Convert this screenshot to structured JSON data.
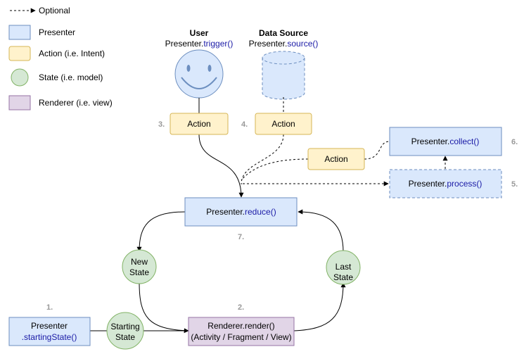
{
  "colors": {
    "presenter_fill": "#dae8fc",
    "presenter_stroke": "#6c8ebf",
    "action_fill": "#fff2cc",
    "action_stroke": "#d6b656",
    "state_fill": "#d5e8d4",
    "state_stroke": "#82b366",
    "renderer_fill": "#e1d5e7",
    "renderer_stroke": "#9673a6",
    "code_text": "#1a1aa6",
    "step_text": "#999999"
  },
  "legend": {
    "optional": "Optional",
    "presenter": "Presenter",
    "action": "Action (i.e. Intent)",
    "state": "State (i.e. model)",
    "renderer": "Renderer (i.e. view)"
  },
  "user": {
    "title": "User",
    "prefix": "Presenter.",
    "method": "trigger()",
    "icon": "smiley-face-icon"
  },
  "data_source": {
    "title": "Data Source",
    "prefix": "Presenter.",
    "method": "source()",
    "icon": "database-cylinder-icon"
  },
  "actions": {
    "user_action": "Action",
    "source_action": "Action",
    "collected_action": "Action"
  },
  "presenter_boxes": {
    "collect": {
      "prefix": "Presenter.",
      "method": "collect()"
    },
    "process": {
      "prefix": "Presenter.",
      "method": "process()"
    },
    "reduce": {
      "prefix": "Presenter.",
      "method": "reduce()"
    },
    "starting": {
      "line1": "Presenter",
      "line2": ".startingState()"
    }
  },
  "states": {
    "new": [
      "New",
      "State"
    ],
    "last": [
      "Last",
      "State"
    ],
    "starting": [
      "Starting",
      "State"
    ]
  },
  "renderer": {
    "line1": "Renderer.render()",
    "line2": "(Activity / Fragment / View)"
  },
  "steps": {
    "s1": "1.",
    "s2": "2.",
    "s3": "3.",
    "s4": "4.",
    "s5": "5.",
    "s6": "6.",
    "s7": "7."
  }
}
